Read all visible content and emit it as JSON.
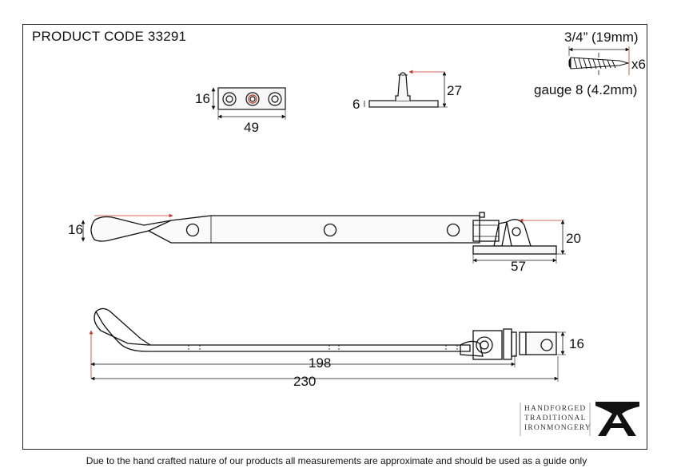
{
  "header": {
    "product_code": "PRODUCT CODE 33291"
  },
  "screws": {
    "length": "3/4” (19mm)",
    "quantity": "x6",
    "gauge": "gauge 8 (4.2mm)"
  },
  "keep_plate": {
    "height": "16",
    "width": "49"
  },
  "pin": {
    "base": "6",
    "height": "27"
  },
  "stay_top": {
    "arm_height": "16",
    "bracket_height": "20",
    "bracket_width": "57"
  },
  "stay_side": {
    "bracket_height": "16",
    "pin_length": "198",
    "overall_length": "230"
  },
  "brand": {
    "lines": [
      "HANDFORGED",
      "TRADITIONAL",
      "IRONMONGERY"
    ]
  },
  "footer": {
    "disclaimer": "Due to the hand crafted nature of our products all measurements are approximate and should be used as a guide only"
  },
  "colors": {
    "line": "#111111",
    "accent": "#c0392b"
  }
}
